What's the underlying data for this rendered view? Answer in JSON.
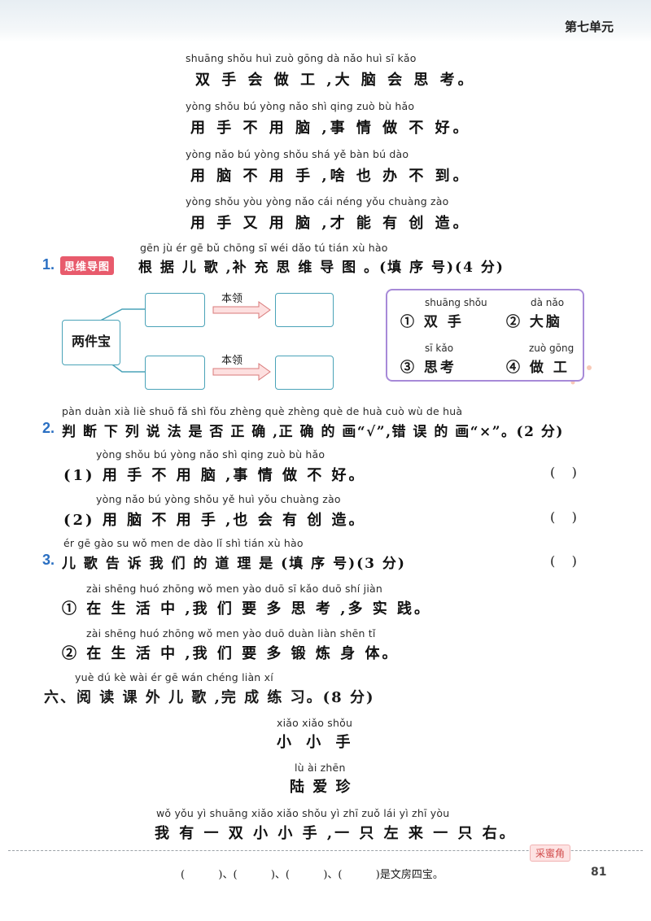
{
  "header": {
    "unit": "第七单元"
  },
  "poem": {
    "lines": [
      {
        "pinyin": "shuāng shǒu huì zuò gōng   dà nǎo huì  sī  kǎo",
        "hanzi": "双 手 会 做 工 ,大 脑 会 思 考。"
      },
      {
        "pinyin": "yòng shǒu bú yòng nǎo    shì qing zuò bù hǎo",
        "hanzi": "用 手 不 用 脑 ,事 情 做 不 好。"
      },
      {
        "pinyin": "yòng nǎo bú yòng shǒu    shá  yě  bàn bú dào",
        "hanzi": "用 脑 不 用 手 ,啥 也 办 不 到。"
      },
      {
        "pinyin": "yòng shǒu yòu yòng nǎo    cái néng yǒu chuàng zào",
        "hanzi": "用 手 又 用 脑 ,才 能 有 创 造。"
      }
    ]
  },
  "q1": {
    "num": "1.",
    "tag": "思维导图",
    "pinyin": "gēn  jù  ér  gē    bǔ chōng  sī  wéi dǎo  tú        tián  xù  hào",
    "text": "根 据 儿 歌 ,补 充 思 维 导 图 。(填 序 号)(4 分)",
    "center": "两件宝",
    "arrow_label_1": "本领",
    "arrow_label_2": "本领",
    "options": [
      {
        "pinyin": "shuāng shǒu",
        "text": "① 双 手"
      },
      {
        "pinyin": "dà nǎo",
        "text": "② 大脑"
      },
      {
        "pinyin": "sī  kǎo",
        "text": "③ 思考"
      },
      {
        "pinyin": "zuò gōng",
        "text": "④ 做 工"
      }
    ]
  },
  "q2": {
    "num": "2.",
    "pinyin": "pàn duàn xià  liè  shuō  fǎ  shì  fǒu zhèng què   zhèng què  de  huà            cuò  wù  de  huà",
    "text": "判 断 下 列 说 法 是 否 正 确 ,正 确 的 画“√”,错 误 的 画“×”。(2 分)",
    "items": [
      {
        "pinyin": "yòng shǒu bú yòng nǎo    shì qing zuò bù hǎo",
        "text": "(1) 用 手 不 用 脑 ,事 情 做 不 好。",
        "paren": "(    )"
      },
      {
        "pinyin": "yòng nǎo bú yòng shǒu    yě  huì yǒu chuàng zào",
        "text": "(2) 用 脑 不 用 手 ,也 会 有 创 造。",
        "paren": "(    )"
      }
    ]
  },
  "q3": {
    "num": "3.",
    "pinyin": "ér  gē  gào  su  wǒ men de  dào  lǐ   shì    tián  xù  hào",
    "text": "儿 歌 告 诉 我 们 的 道 理 是 (填 序 号)(3 分)",
    "paren": "(    )",
    "options": [
      {
        "pinyin": "zài shēng huó zhōng    wǒ men yào duō  sī  kǎo    duō shí jiàn",
        "text": "① 在 生 活 中 ,我 们 要 多 思 考 ,多 实 践。"
      },
      {
        "pinyin": "zài shēng huó zhōng    wǒ men yào duō duàn liàn shēn  tǐ",
        "text": "② 在 生 活 中 ,我 们 要 多 锻 炼 身 体。"
      }
    ]
  },
  "section6": {
    "pinyin": "yuè  dú  kè  wài  ér  gē    wán chéng liàn  xí",
    "title": "六、阅 读 课 外 儿 歌 ,完 成 练 习。(8 分)",
    "poem_title_pinyin": "xiǎo  xiǎo  shǒu",
    "poem_title": "小 小 手",
    "author_pinyin": "lù  ài  zhēn",
    "author": "陆 爱 珍",
    "line_pinyin": "wǒ yǒu  yì  shuāng xiǎo xiǎo shǒu   yì  zhī zuǒ lái  yì  zhī yòu",
    "line": "我 有 一 双 小 小 手 ,一 只 左 来 一 只 右。"
  },
  "footer": {
    "tip": "采蜜角",
    "text": "(          )、(          )、(          )、(          )是文房四宝。",
    "page": "81"
  },
  "colors": {
    "accent_blue": "#2a6fc2",
    "tag_red": "#e85b6c",
    "panel_purple": "#a78ad8",
    "box_teal": "#4aa3b8"
  }
}
